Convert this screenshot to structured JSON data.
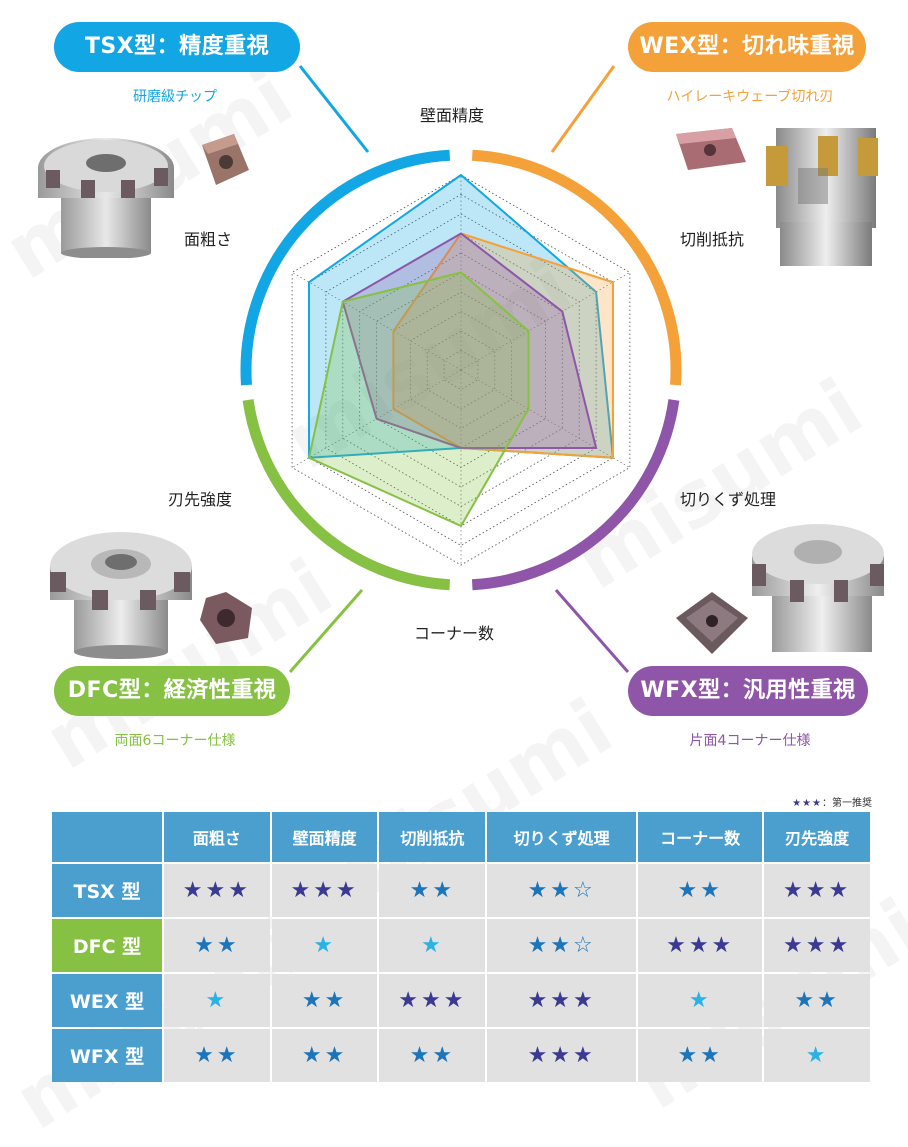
{
  "colors": {
    "tsx": "#13a6e4",
    "wex": "#f5a13a",
    "dfc": "#86c144",
    "wfx": "#8f55a8",
    "header": "#4a9fcf",
    "cell": "#e1e1e1",
    "star_dark": "#3b3a92",
    "star_mid": "#1c74bb",
    "star_light": "#2ab2e6"
  },
  "watermark": "misumi",
  "badges": {
    "tsx": {
      "title": "TSX型：精度重視",
      "subtitle": "研磨級チップ"
    },
    "wex": {
      "title": "WEX型：切れ味重視",
      "subtitle": "ハイレーキウェーブ切れ刃"
    },
    "dfc": {
      "title": "DFC型：経済性重視",
      "subtitle": "両面6コーナー仕様"
    },
    "wfx": {
      "title": "WFX型：汎用性重視",
      "subtitle": "片面4コーナー仕様"
    }
  },
  "chart_data": {
    "type": "radar",
    "axes": [
      "壁面精度",
      "切削抵抗",
      "切りくず処理",
      "コーナー数",
      "刃先強度",
      "面粗さ"
    ],
    "scale_max": 10,
    "series": [
      {
        "name": "TSX型",
        "color": "#13a6e4",
        "values": [
          10,
          8,
          9,
          4,
          9,
          9
        ]
      },
      {
        "name": "WEX型",
        "color": "#f5a13a",
        "values": [
          7,
          9,
          9,
          4,
          4,
          4
        ]
      },
      {
        "name": "WFX型",
        "color": "#8f55a8",
        "values": [
          7,
          6,
          8,
          4,
          5,
          7
        ]
      },
      {
        "name": "DFC型",
        "color": "#86c144",
        "values": [
          5,
          4,
          4,
          8,
          9,
          7
        ]
      }
    ]
  },
  "table": {
    "legend_stars": "★★★",
    "legend_text": "：第一推奨",
    "columns": [
      "面粗さ",
      "壁面精度",
      "切削抵抗",
      "切りくず処理",
      "コーナー数",
      "刃先強度"
    ],
    "rows": [
      {
        "name": "TSX 型",
        "color": "#4a9fcf",
        "cells": [
          "★★★",
          "★★★",
          "★★",
          "★★☆",
          "★★",
          "★★★"
        ]
      },
      {
        "name": "DFC 型",
        "color": "#86c144",
        "cells": [
          "★★",
          "★",
          "★",
          "★★☆",
          "★★★",
          "★★★"
        ]
      },
      {
        "name": "WEX 型",
        "color": "#4a9fcf",
        "cells": [
          "★",
          "★★",
          "★★★",
          "★★★",
          "★",
          "★★"
        ]
      },
      {
        "name": "WFX 型",
        "color": "#4a9fcf",
        "cells": [
          "★★",
          "★★",
          "★★",
          "★★★",
          "★★",
          "★"
        ]
      }
    ]
  }
}
